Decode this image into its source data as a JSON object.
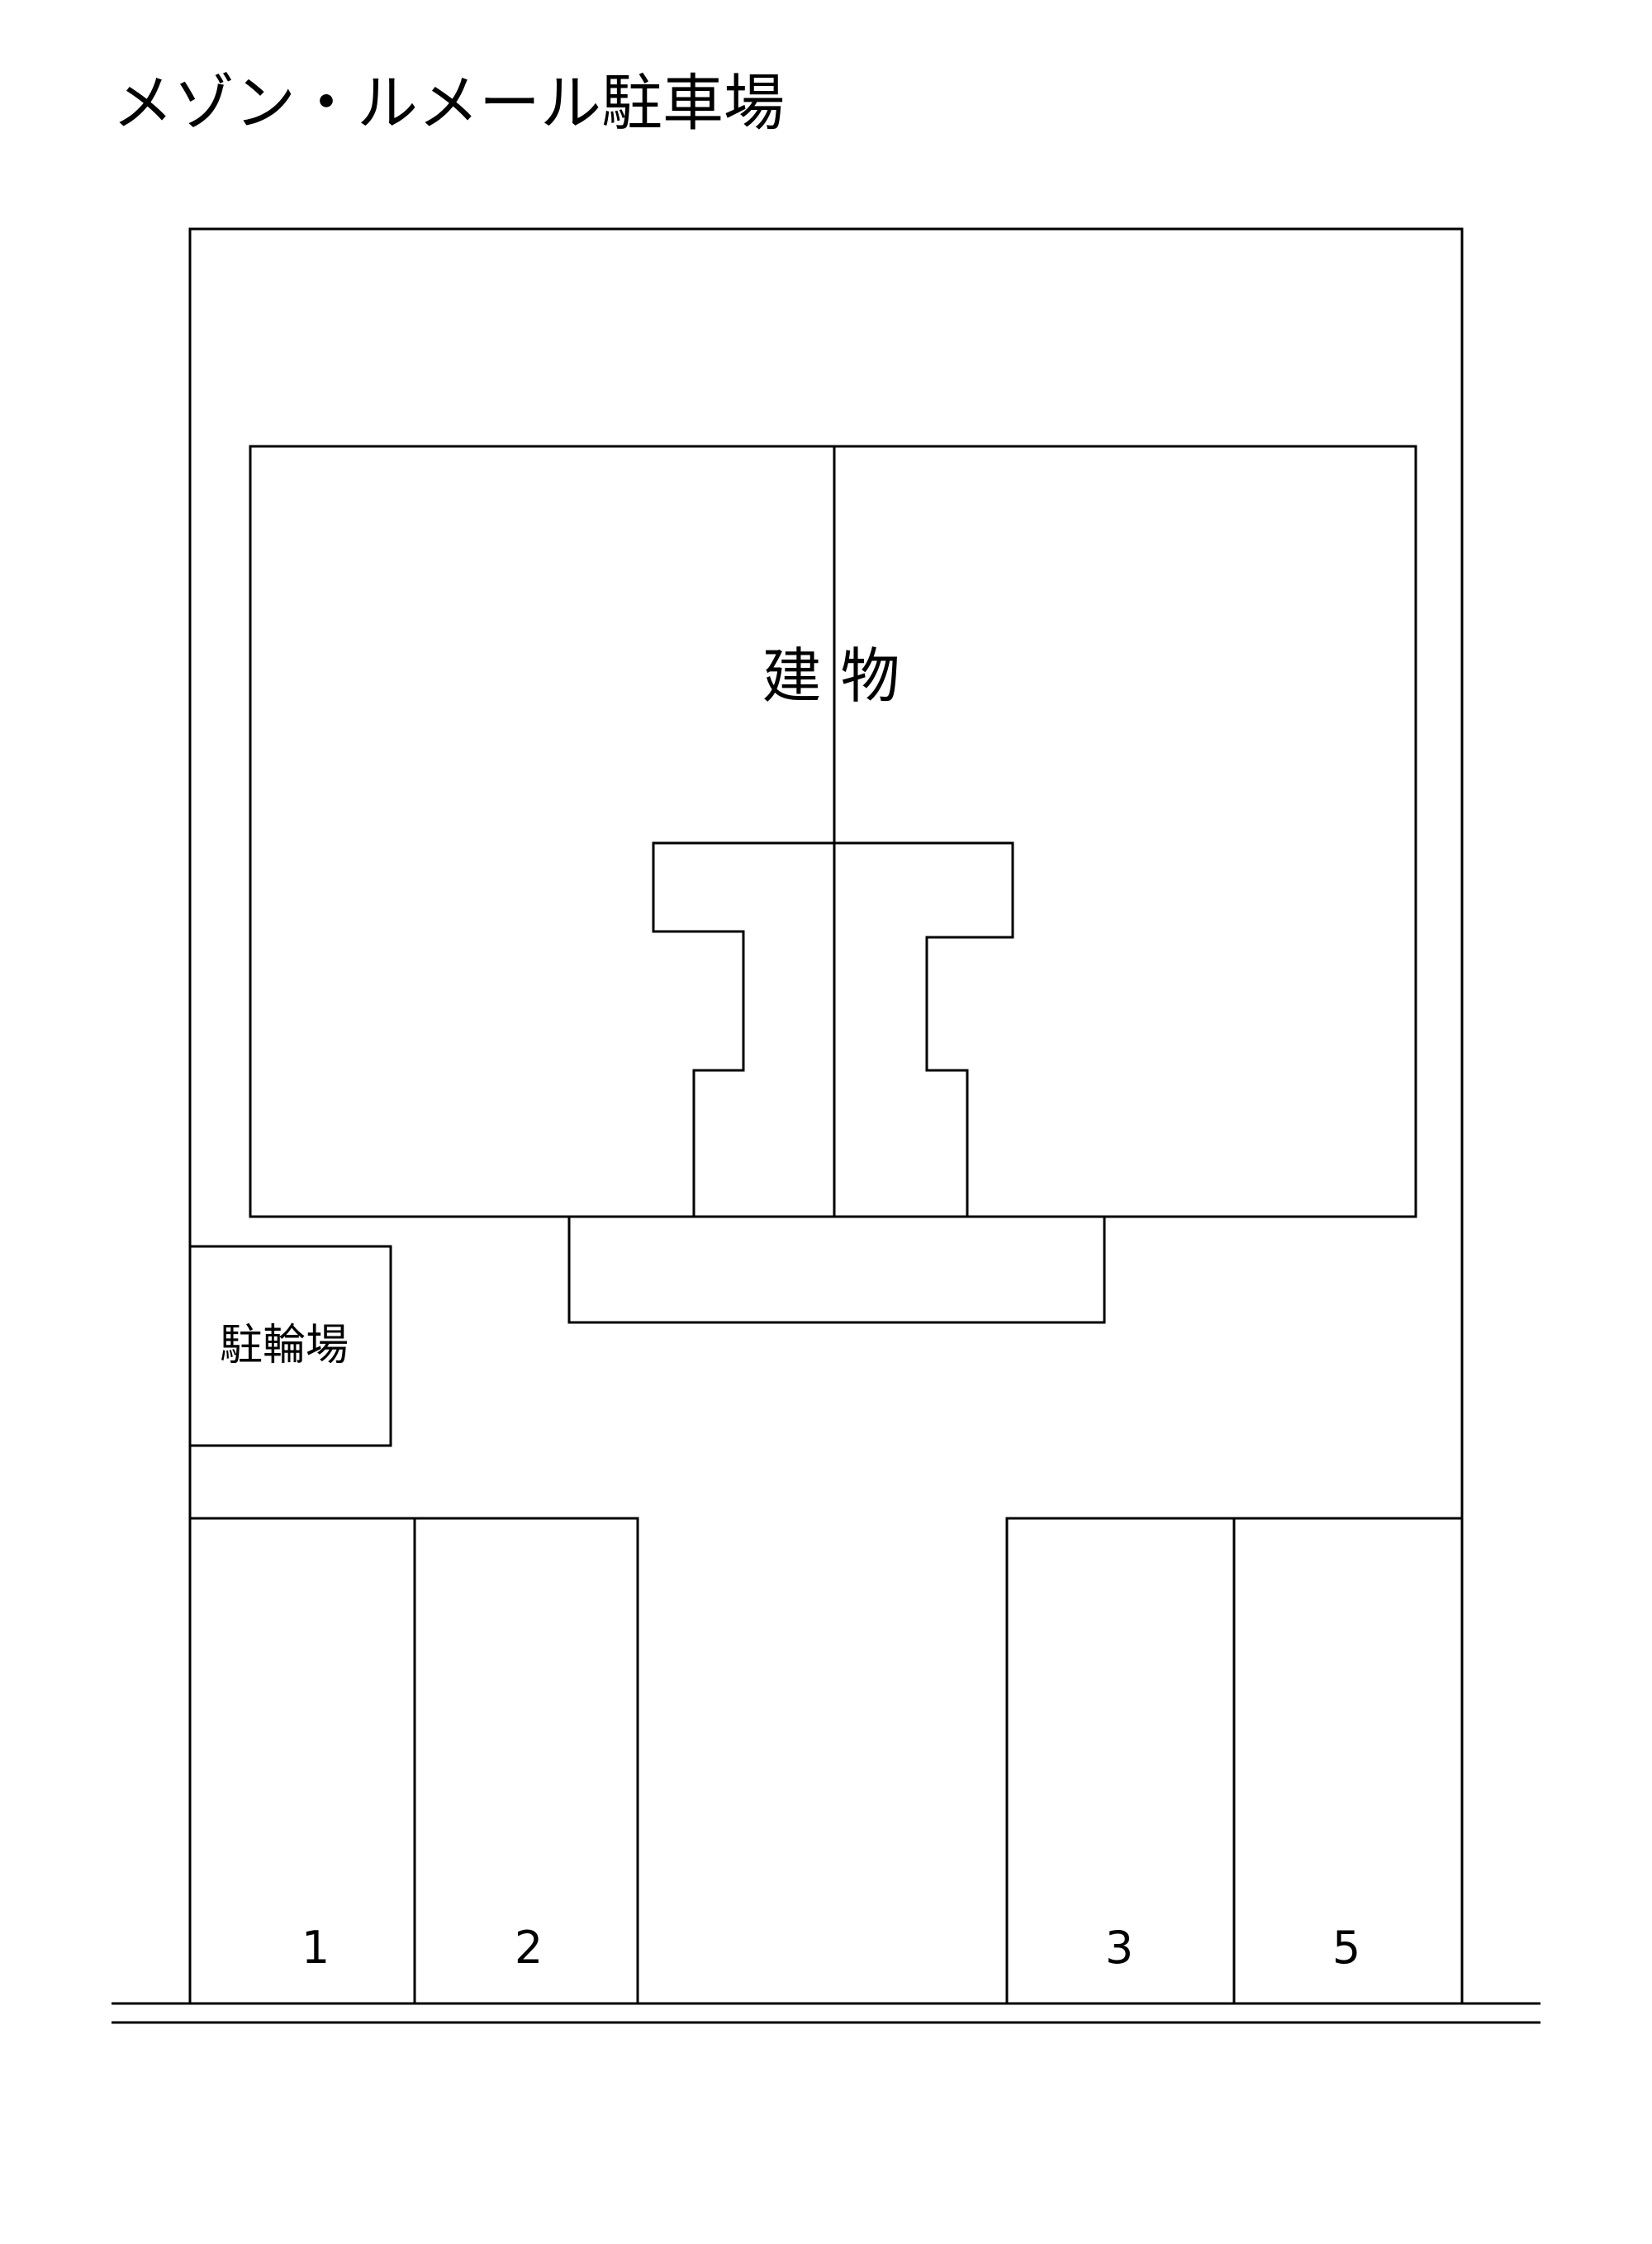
{
  "title": "メゾン・ルメール駐車場",
  "labels": {
    "building": "建 物",
    "bicycle_parking": "駐輪場"
  },
  "parking_spaces": [
    {
      "number": "1"
    },
    {
      "number": "2"
    },
    {
      "number": "3"
    },
    {
      "number": "5"
    }
  ],
  "colors": {
    "line": "#000000",
    "background": "#ffffff"
  }
}
